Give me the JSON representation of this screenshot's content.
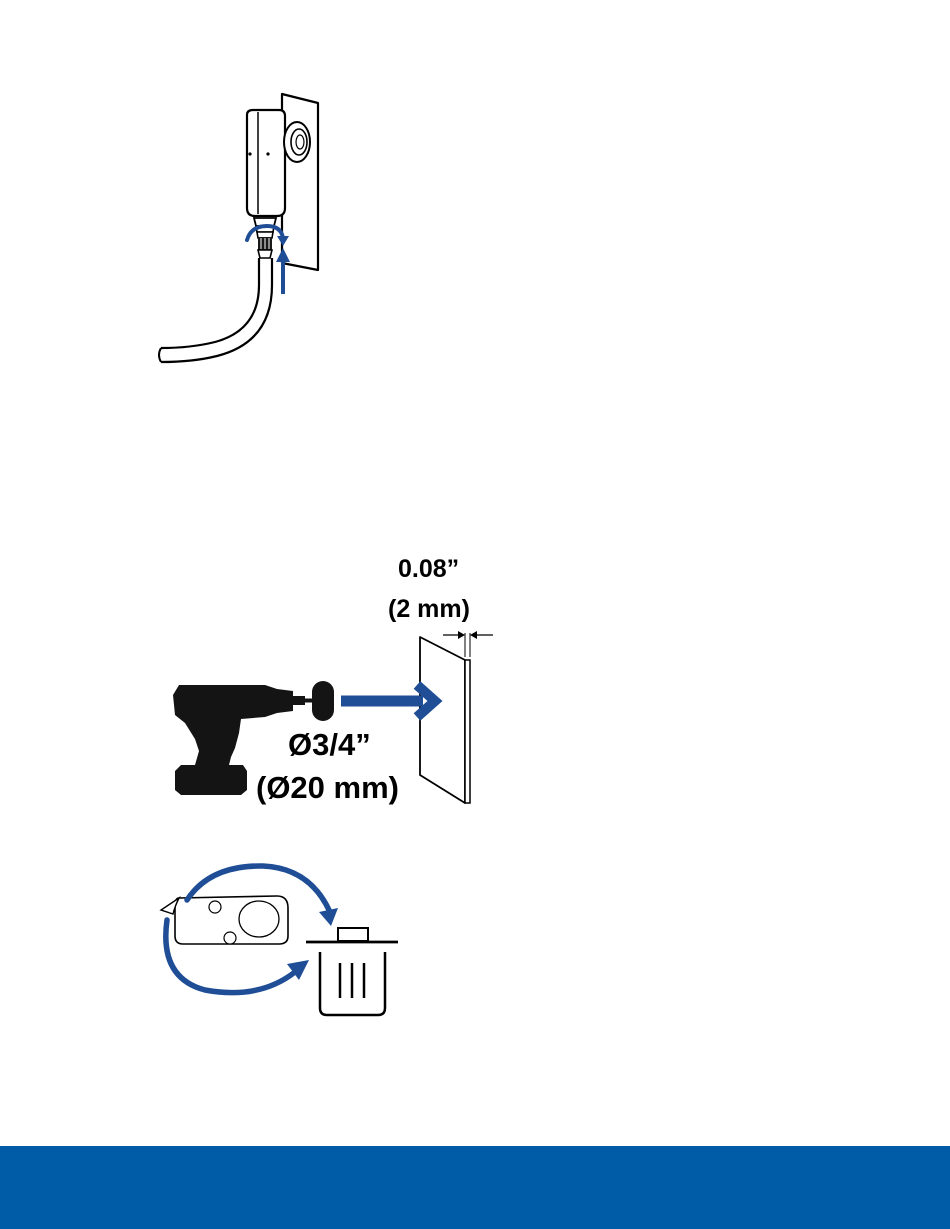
{
  "labels": {
    "wall_thickness_inches": "0.08”",
    "wall_thickness_mm": "(2 mm)",
    "hole_diameter_inches": "Ø3/4”",
    "hole_diameter_mm": "(Ø20 mm)"
  },
  "colors": {
    "accent_arrow": "#1f4e96",
    "footer_band": "#015ca8",
    "line_art": "#000000"
  },
  "icons": {
    "connector_illustration": "cable-connector-twist-icon",
    "drill_illustration": "drill-icon",
    "disposal_illustration": "trash-bin-icon"
  }
}
